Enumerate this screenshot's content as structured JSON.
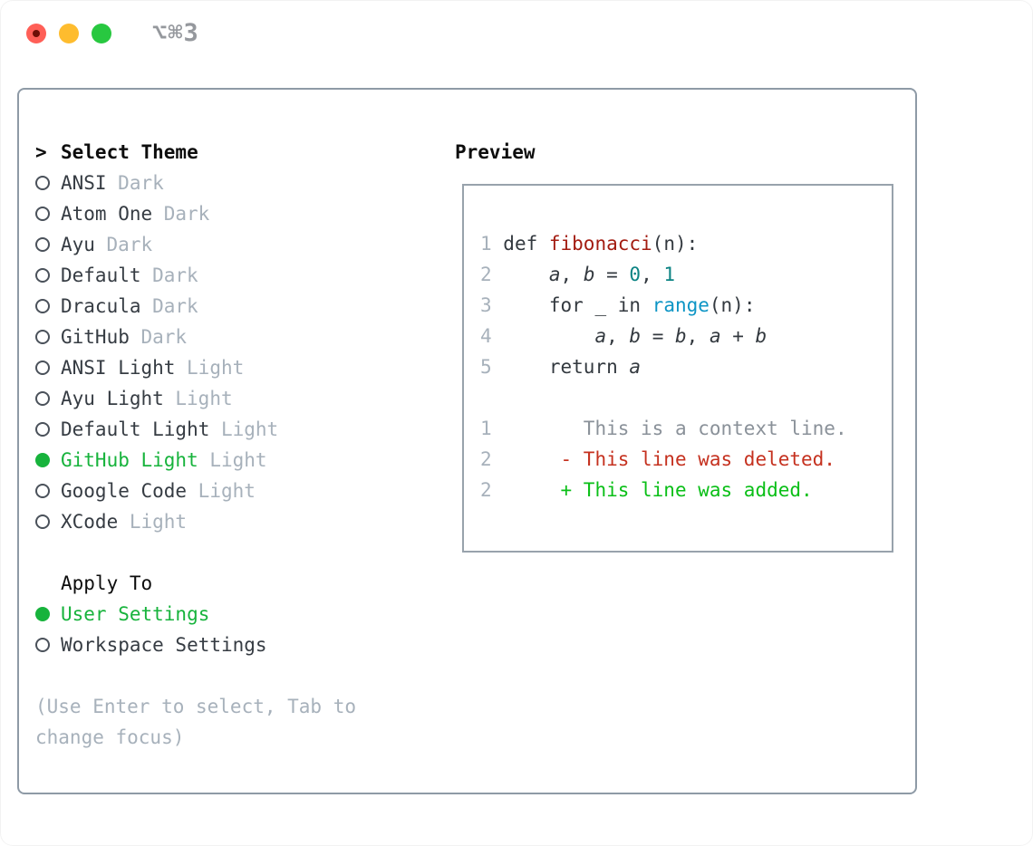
{
  "titlebar": {
    "title": "⌥⌘3",
    "traffic_lights": [
      "close",
      "minimize",
      "zoom"
    ],
    "colors": {
      "close": "#ff5f57",
      "minimize": "#febc2e",
      "zoom": "#28c840"
    }
  },
  "theme_selector": {
    "prompt": ">",
    "header": "Select Theme",
    "themes": [
      {
        "name": "ANSI",
        "variant": "Dark",
        "selected": false
      },
      {
        "name": "Atom One",
        "variant": "Dark",
        "selected": false
      },
      {
        "name": "Ayu",
        "variant": "Dark",
        "selected": false
      },
      {
        "name": "Default",
        "variant": "Dark",
        "selected": false
      },
      {
        "name": "Dracula",
        "variant": "Dark",
        "selected": false
      },
      {
        "name": "GitHub",
        "variant": "Dark",
        "selected": false
      },
      {
        "name": "ANSI Light",
        "variant": "Light",
        "selected": false
      },
      {
        "name": "Ayu Light",
        "variant": "Light",
        "selected": false
      },
      {
        "name": "Default Light",
        "variant": "Light",
        "selected": false
      },
      {
        "name": "GitHub Light",
        "variant": "Light",
        "selected": true
      },
      {
        "name": "Google Code",
        "variant": "Light",
        "selected": false
      },
      {
        "name": "XCode",
        "variant": "Light",
        "selected": false
      }
    ],
    "apply_to": {
      "header": "Apply To",
      "options": [
        {
          "label": "User Settings",
          "selected": true
        },
        {
          "label": "Workspace Settings",
          "selected": false
        }
      ]
    },
    "help_lines": [
      "(Use Enter to select, Tab to",
      "change focus)"
    ]
  },
  "preview": {
    "header": "Preview",
    "selection_color": "#17b33c",
    "syntax_colors": {
      "plain": "#33393f",
      "function": "#a31c11",
      "number": "#0b8383",
      "builtin": "#0d95c5",
      "line_number": "#a7b1bb",
      "diff_context": "#8a9199",
      "diff_deleted": "#c5311f",
      "diff_added": "#0abf17"
    },
    "lines": [
      {
        "num": "1",
        "segs": [
          [
            "pl",
            "def "
          ],
          [
            "fn",
            "fibonacci"
          ],
          [
            "pl",
            "(n):"
          ]
        ]
      },
      {
        "num": "2",
        "segs": [
          [
            "pl",
            "    "
          ],
          [
            "va",
            "a"
          ],
          [
            "pl",
            ", "
          ],
          [
            "va",
            "b"
          ],
          [
            "pl",
            " = "
          ],
          [
            "nu",
            "0"
          ],
          [
            "pl",
            ", "
          ],
          [
            "nu",
            "1"
          ]
        ]
      },
      {
        "num": "3",
        "segs": [
          [
            "pl",
            "    for _ in "
          ],
          [
            "bi",
            "range"
          ],
          [
            "pl",
            "(n):"
          ]
        ]
      },
      {
        "num": "4",
        "segs": [
          [
            "pl",
            "        "
          ],
          [
            "va",
            "a"
          ],
          [
            "pl",
            ", "
          ],
          [
            "va",
            "b"
          ],
          [
            "pl",
            " = "
          ],
          [
            "va",
            "b"
          ],
          [
            "pl",
            ", "
          ],
          [
            "va",
            "a"
          ],
          [
            "pl",
            " + "
          ],
          [
            "va",
            "b"
          ]
        ]
      },
      {
        "num": "5",
        "segs": [
          [
            "pl",
            "    return "
          ],
          [
            "va",
            "a"
          ]
        ]
      },
      {
        "blank": true
      },
      {
        "num": "1",
        "segs": [
          [
            "ctx",
            "       This is a context line."
          ]
        ]
      },
      {
        "num": "2",
        "segs": [
          [
            "del",
            "     - This line was deleted."
          ]
        ]
      },
      {
        "num": "2",
        "segs": [
          [
            "add",
            "     + This line was added."
          ]
        ]
      }
    ]
  }
}
